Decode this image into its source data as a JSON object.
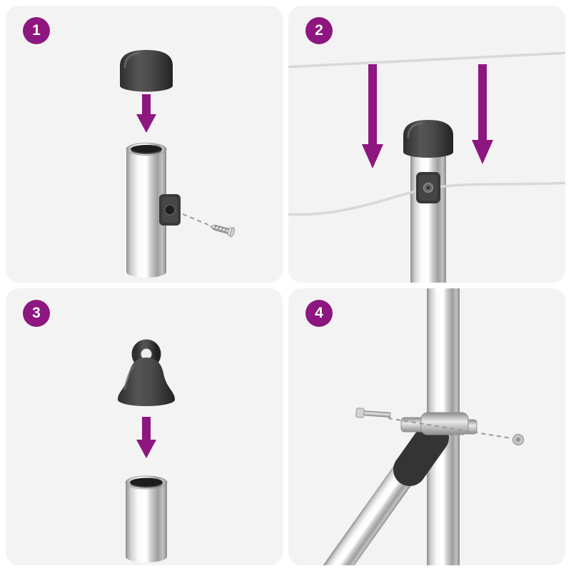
{
  "document": {
    "kind": "assembly-instructions",
    "page_background": "#ffffff"
  },
  "colors": {
    "accent_purple": "#8E1680",
    "panel_background": "#f3f3f3",
    "cap_dark": "#3a3a3a",
    "metal_chrome": "#cccccc",
    "wire_gray": "#d8d8d8",
    "badge_text": "#ffffff"
  },
  "steps": [
    {
      "number": "1",
      "illustration": "press-cap-onto-pole-and-attach-screw-clamp"
    },
    {
      "number": "2",
      "illustration": "lower-capped-pole-onto-wires-through-clamp"
    },
    {
      "number": "3",
      "illustration": "press-eyelet-cap-onto-pole"
    },
    {
      "number": "4",
      "illustration": "bolt-diagonal-brace-clamp-to-vertical-pole"
    }
  ]
}
